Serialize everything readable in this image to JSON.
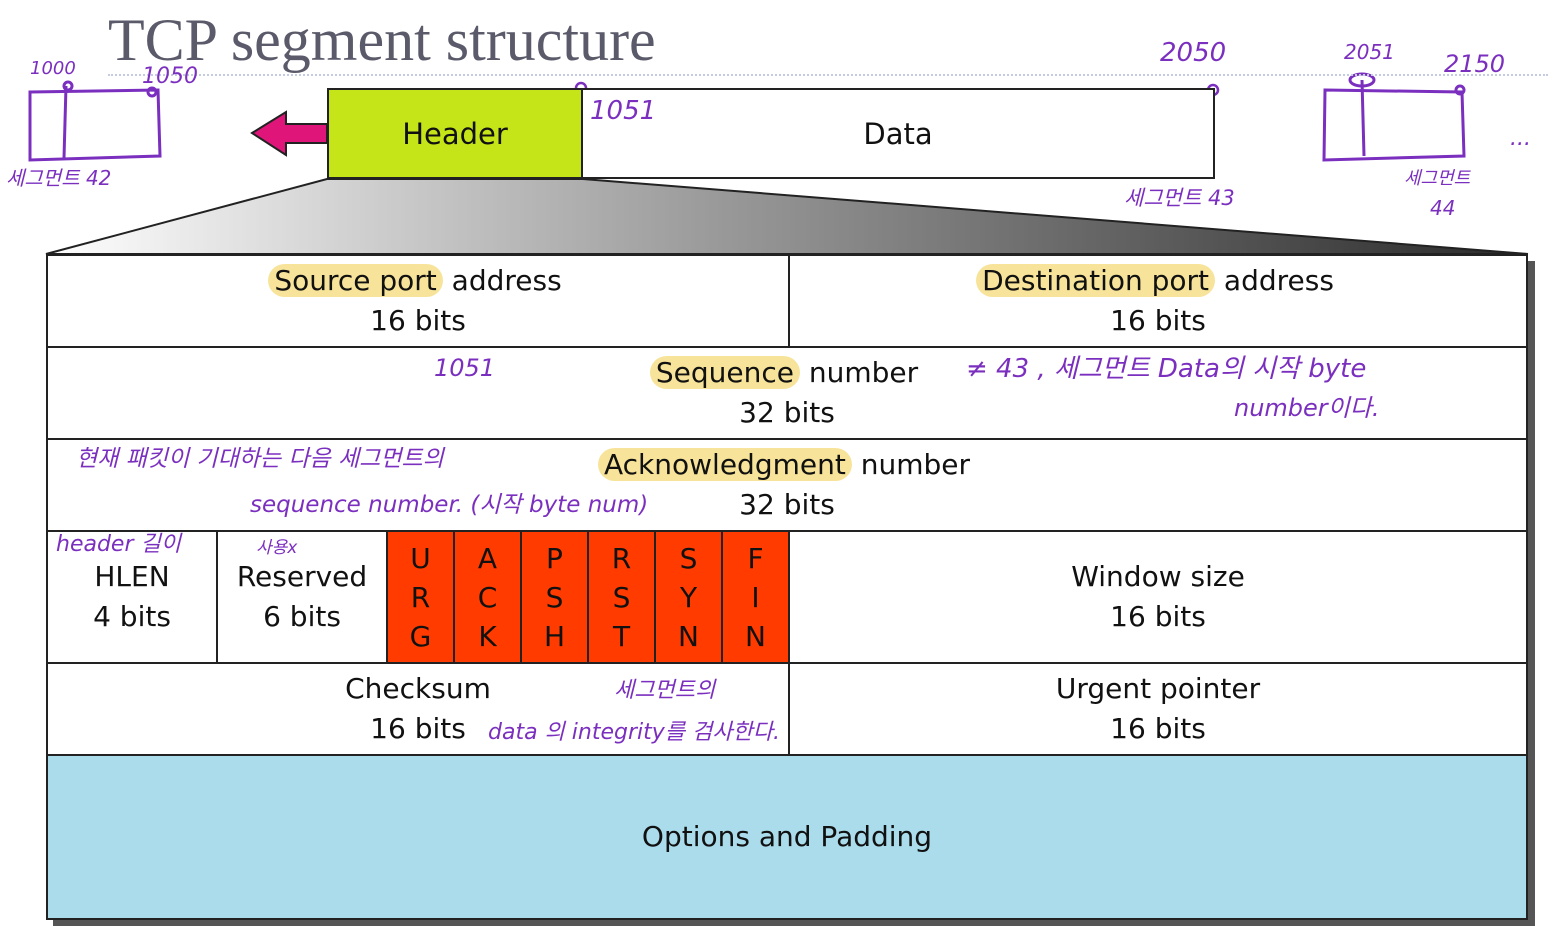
{
  "title": "TCP segment structure",
  "segment": {
    "header_label": "Header",
    "data_label": "Data"
  },
  "fields": {
    "source_port": {
      "name": "Source port",
      "rest": " address",
      "size": "16 bits"
    },
    "dest_port": {
      "name": "Destination port",
      "rest": " address",
      "size": "16 bits"
    },
    "sequence": {
      "name": "Sequence",
      "rest": " number",
      "size": "32 bits"
    },
    "ack": {
      "name": "Acknowledgment",
      "rest": " number",
      "size": "32 bits"
    },
    "hlen": {
      "name": "HLEN",
      "size": "4 bits"
    },
    "reserved": {
      "name": "Reserved",
      "size": "6 bits"
    },
    "flags": [
      {
        "letters": [
          "U",
          "R",
          "G"
        ]
      },
      {
        "letters": [
          "A",
          "C",
          "K"
        ]
      },
      {
        "letters": [
          "P",
          "S",
          "H"
        ]
      },
      {
        "letters": [
          "R",
          "S",
          "T"
        ]
      },
      {
        "letters": [
          "S",
          "Y",
          "N"
        ]
      },
      {
        "letters": [
          "F",
          "I",
          "N"
        ]
      }
    ],
    "window": {
      "name": "Window size",
      "size": "16 bits"
    },
    "checksum": {
      "name": "Checksum",
      "size": "16 bits"
    },
    "urgent": {
      "name": "Urgent pointer",
      "size": "16 bits"
    },
    "options": {
      "name": "Options and Padding"
    }
  },
  "annotations": {
    "n1000": "1000",
    "n1050": "1050",
    "n1051_top": "1051",
    "n2050": "2050",
    "n2051": "2051",
    "n2150": "2150",
    "seg42": "세그먼트 42",
    "seg43": "세그먼트 43",
    "seg44_a": "세그먼트",
    "seg44_b": "44",
    "ellipsis": "...",
    "seq_circled": "1051",
    "seq_note_a": "≠ 43 , 세그먼트 Data의 시작 byte",
    "seq_note_b": "number이다.",
    "ack_note_a": "현재 패킷이 기대하는 다음 세그먼트의",
    "ack_note_b": "sequence number. (시작 byte num)",
    "hlen_note": "header 길이",
    "reserved_note": "사용x",
    "checksum_note_a": "세그먼트의",
    "checksum_note_b": "data 의 integrity를 검사한다."
  },
  "colors": {
    "header": "#c6e518",
    "flags": "#ff3b00",
    "options": "#aadcec",
    "highlight": "#f7e49a",
    "ink": "#7b2fbf",
    "arrow": "#e0157a"
  }
}
